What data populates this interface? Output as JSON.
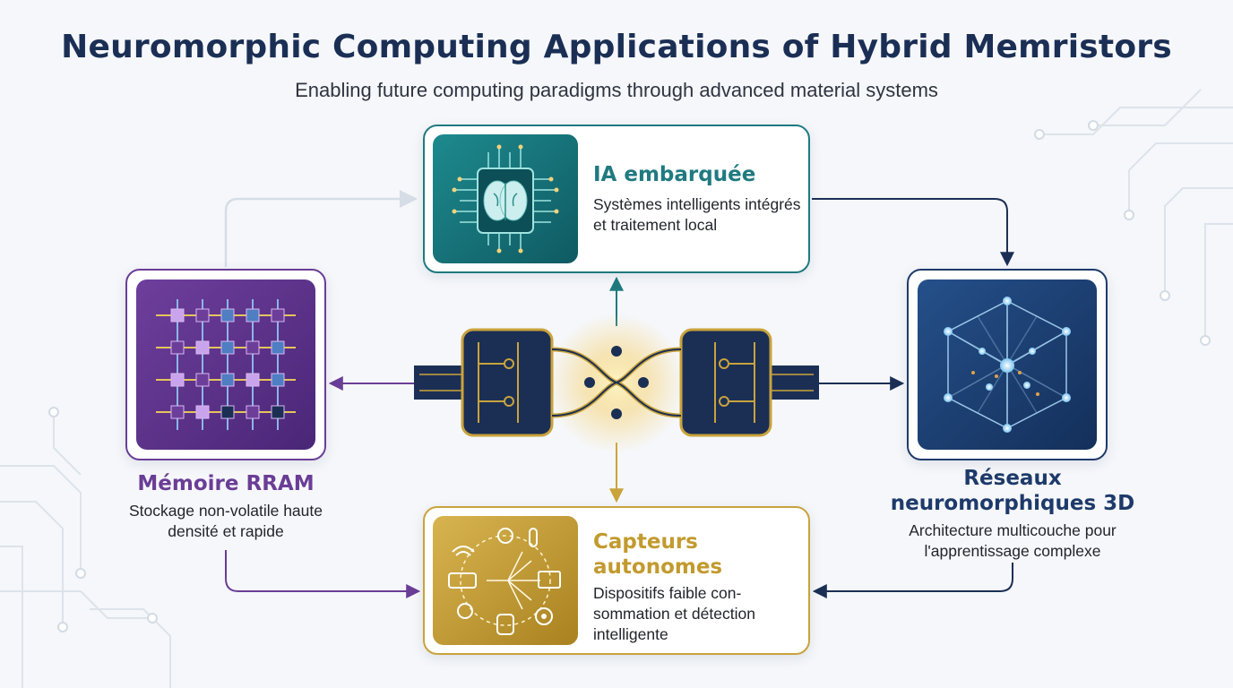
{
  "header": {
    "title": "Neuromorphic Computing Applications of Hybrid Memristors",
    "subtitle": "Enabling future computing paradigms through advanced material systems"
  },
  "nodes": {
    "ia": {
      "title": "IA embarquée",
      "description": "Systèmes intelligents intégrés et traitement local",
      "icon": "brain-chip-icon",
      "color": "#1f7a80"
    },
    "rram": {
      "title": "Mémoire RRAM",
      "description": "Stockage non-volatile haute densité et rapide",
      "icon": "crossbar-array-icon",
      "color": "#6a3d96"
    },
    "reseaux3d": {
      "title": "Réseaux neuromorphiques 3D",
      "description": "Architecture multicouche pour l'apprentissage complexe",
      "icon": "3d-neural-network-cube-icon",
      "color": "#1e3a6a"
    },
    "capteurs": {
      "title": "Capteurs autonomes",
      "description": "Dispositifs faible con-sommation et détection intelligente",
      "icon": "iot-sensors-icon",
      "color": "#c9a33c"
    }
  },
  "center": {
    "icon": "hybrid-memristor-device-icon"
  },
  "colors": {
    "title": "#1b2f55",
    "gold": "#c9a33c",
    "navy": "#1b2f55"
  }
}
